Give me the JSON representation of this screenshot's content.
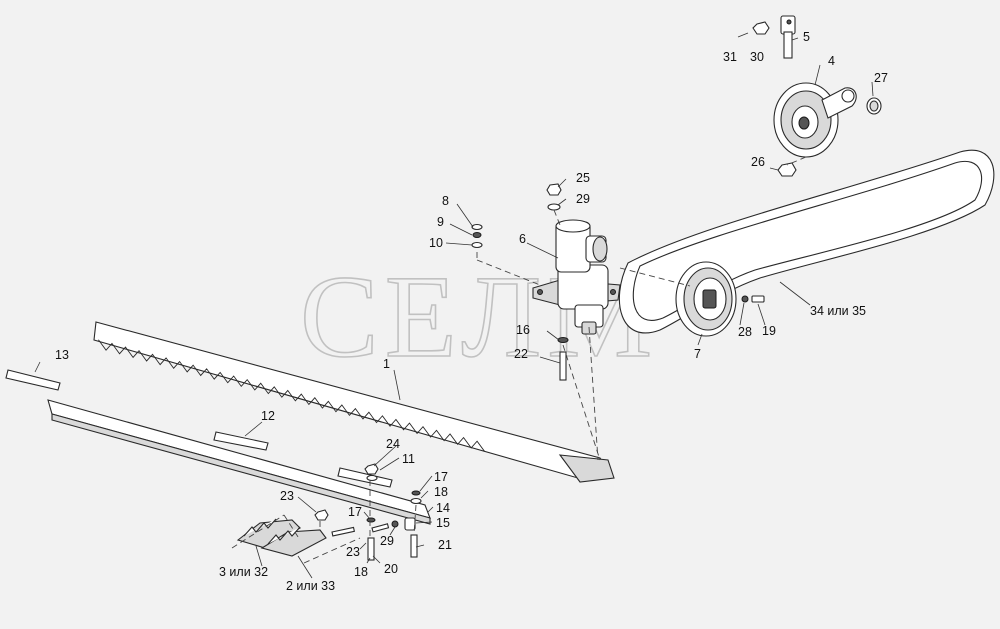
{
  "watermark": "СЕЛМ",
  "callouts": {
    "c1": "1",
    "c2": "2 или 33",
    "c3": "3 или 32",
    "c4": "4",
    "c5": "5",
    "c6": "6",
    "c7": "7",
    "c8": "8",
    "c9": "9",
    "c10": "10",
    "c11": "11",
    "c12": "12",
    "c13": "13",
    "c14": "14",
    "c15": "15",
    "c16": "16",
    "c17a": "17",
    "c17b": "17",
    "c18a": "18",
    "c18b": "18",
    "c19": "19",
    "c20": "20",
    "c21": "21",
    "c22": "22",
    "c23a": "23",
    "c23b": "23",
    "c24": "24",
    "c25": "25",
    "c26": "26",
    "c27": "27",
    "c28": "28",
    "c29a": "29",
    "c29b": "29",
    "c30": "30",
    "c31": "31",
    "c34": "34 или 35"
  }
}
